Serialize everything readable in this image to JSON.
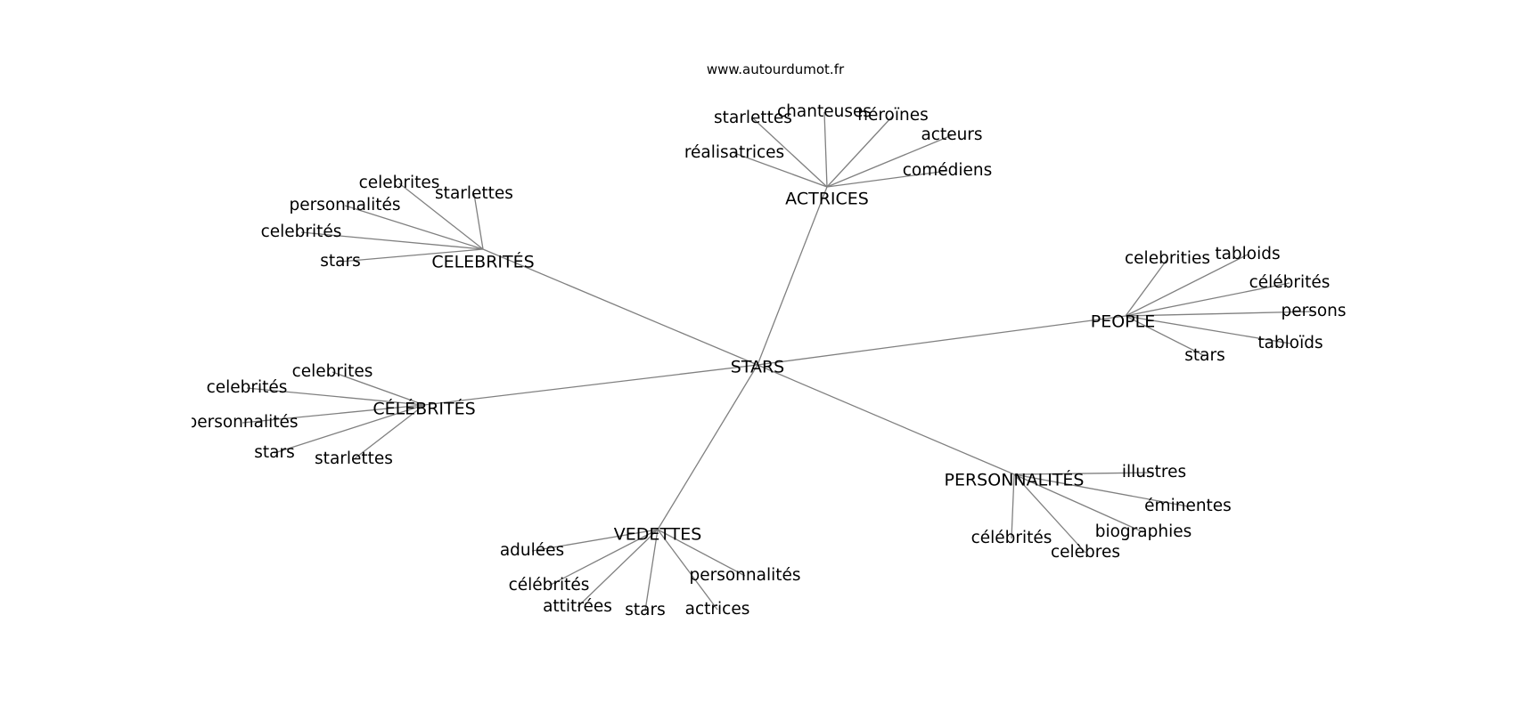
{
  "site": "www.autourdumot.fr",
  "center": {
    "label": "STARS"
  },
  "clusters": [
    {
      "id": "actrices",
      "label": "ACTRICES",
      "leaves": [
        "starlettes",
        "chanteuses",
        "héroïnes",
        "acteurs",
        "réalisatrices",
        "comédiens"
      ]
    },
    {
      "id": "celebrites-plain",
      "label": "CELEBRITÉS",
      "leaves": [
        "celebrites",
        "starlettes",
        "personnalités",
        "celebrités",
        "stars"
      ]
    },
    {
      "id": "celebrites-accent",
      "label": "CÉLÉBRITÉS",
      "leaves": [
        "celebrites",
        "celebrités",
        "personnalités",
        "stars",
        "starlettes"
      ]
    },
    {
      "id": "people",
      "label": "PEOPLE",
      "leaves": [
        "celebrities",
        "tabloids",
        "célébrités",
        "persons",
        "tabloïds",
        "stars"
      ]
    },
    {
      "id": "personnalites",
      "label": "PERSONNALITÉS",
      "leaves": [
        "illustres",
        "éminentes",
        "biographies",
        "célébrités",
        "celèbres"
      ]
    },
    {
      "id": "vedettes",
      "label": "VEDETTES",
      "leaves": [
        "adulées",
        "célébrités",
        "attitrées",
        "stars",
        "personnalités",
        "actrices"
      ]
    }
  ],
  "colors": {
    "edge": "#808080",
    "text": "#000000",
    "background": "#ffffff"
  }
}
